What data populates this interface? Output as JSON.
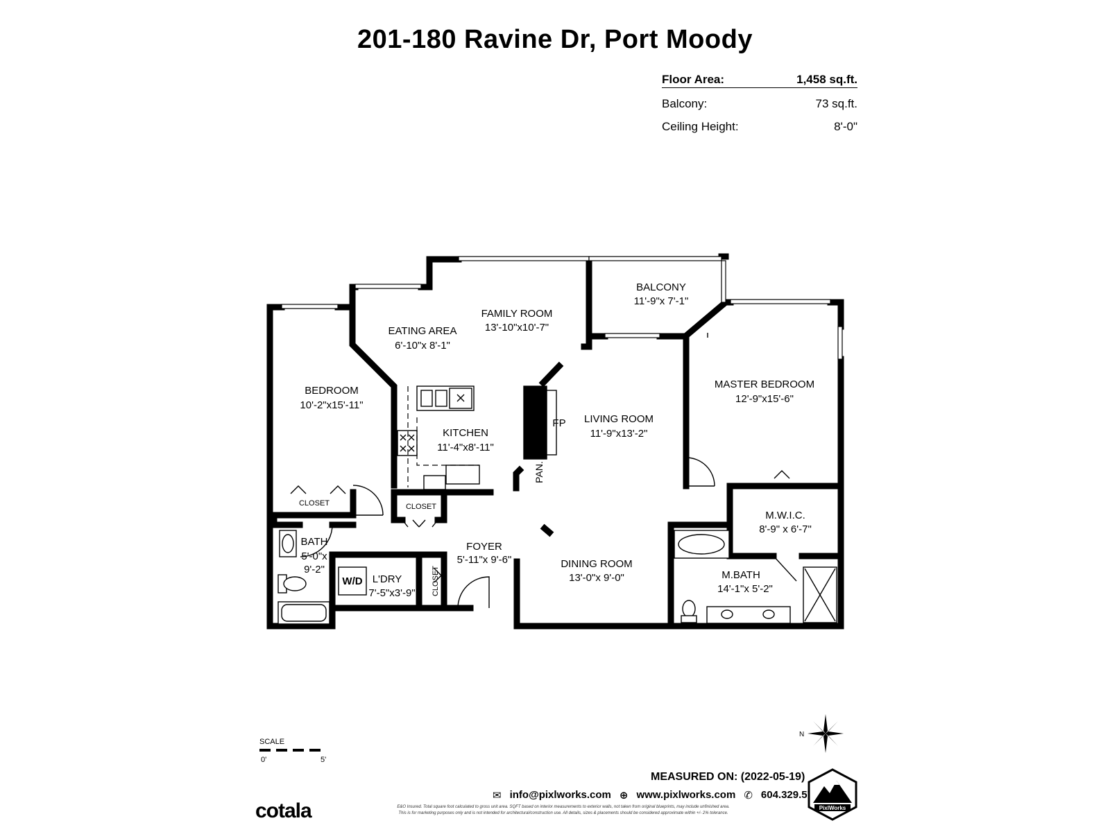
{
  "title": "201-180 Ravine Dr, Port Moody",
  "stats": [
    {
      "label": "Floor Area:",
      "value": "1,458 sq.ft."
    },
    {
      "label": "Balcony:",
      "value": "73 sq.ft."
    },
    {
      "label": "Ceiling Height:",
      "value": "8'-0\""
    }
  ],
  "rooms": {
    "balcony": {
      "name": "BALCONY",
      "size": "11'-9\"x 7'-1\""
    },
    "family_room": {
      "name": "FAMILY ROOM",
      "size": "13'-10\"x10'-7\""
    },
    "eating_area": {
      "name": "EATING AREA",
      "size": "6'-10\"x 8'-1\""
    },
    "bedroom": {
      "name": "BEDROOM",
      "size": "10'-2\"x15'-11\""
    },
    "kitchen": {
      "name": "KITCHEN",
      "size": "11'-4\"x8'-11\""
    },
    "living_room": {
      "name": "LIVING ROOM",
      "size": "11'-9\"x13'-2\""
    },
    "master_bedroom": {
      "name": "MASTER BEDROOM",
      "size": "12'-9\"x15'-6\""
    },
    "mwic": {
      "name": "M.W.I.C.",
      "size": "8'-9\" x 6'-7\""
    },
    "bath": {
      "name": "BATH",
      "size1": "5'-0\"x",
      "size2": "9'-2\""
    },
    "laundry": {
      "name": "L'DRY",
      "size": "7'-5\"x3'-9\""
    },
    "foyer": {
      "name": "FOYER",
      "size": "5'-11\"x 9'-6\""
    },
    "dining_room": {
      "name": "DINING ROOM",
      "size": "13'-0\"x 9'-0\""
    },
    "master_bath": {
      "name": "M.BATH",
      "size": "14'-1\"x 5'-2\""
    }
  },
  "labels": {
    "closet": "CLOSET",
    "fireplace": "FP",
    "pantry": "PAN.",
    "washer_dryer": "W/D",
    "north": "N"
  },
  "scale": {
    "label": "SCALE",
    "start": "0'",
    "end": "5'"
  },
  "measured_on": "MEASURED ON: (2022-05-19)",
  "contact": {
    "email": "info@pixlworks.com",
    "website": "www.pixlworks.com",
    "phone": "604.329.5788"
  },
  "disclaimer_1": "E&O Insured. Total square foot calculated to gross unit area. SQFT based on interior measurements to exterior walls, not taken from original blueprints, may include unfinished area.",
  "disclaimer_2": "This is for marketing purposes only and is not intended for architectural/construction use. All details, sizes & placements should be considered approximate within +/- 2% tolerance.",
  "brand": "cotala",
  "logo_text": "PixlWorks"
}
